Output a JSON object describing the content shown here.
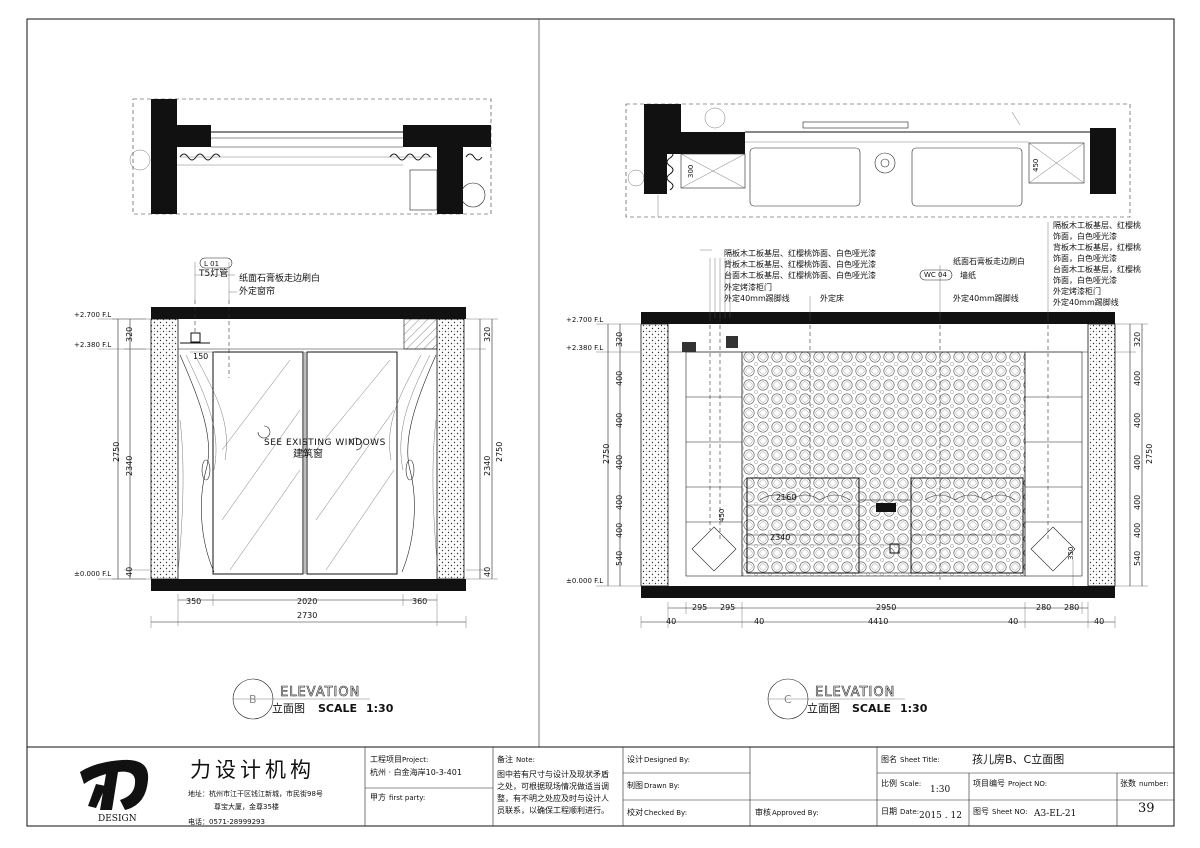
{
  "left_view": {
    "callouts": {
      "light_tag": "L  01",
      "t5_light": "T5灯管",
      "gypsum_board": "纸面石膏板走边刷白",
      "curtain": "外定窗帘"
    },
    "window_label_en": "SEE EXISTING WINDOWS",
    "window_label_cn": "建筑窗",
    "levels": [
      "+2.700 F.L",
      "+2.380 F.L",
      "±0.000 F.L"
    ],
    "dims_left": [
      "320",
      "2750",
      "2340",
      "40"
    ],
    "dims_right": [
      "320",
      "2750",
      "2340",
      "40"
    ],
    "dim_150": "150",
    "dims_bottom": [
      "350",
      "2020",
      "360"
    ],
    "dim_total": "2730",
    "elevation_letter": "B",
    "elevation_word": "ELEVATION",
    "caption": "立面图",
    "scale_label": "SCALE",
    "scale_value": "1:30"
  },
  "right_view": {
    "callouts_left": [
      "隔板木工板基层、红樱桃饰面、白色哑光漆",
      "背板木工板基层、红樱桃饰面、白色哑光漆",
      "台面木工板基层、红樱桃饰面、白色哑光漆",
      "外定烤漆柜门",
      "外定40mm踢脚线"
    ],
    "callout_bed": "外定床",
    "callout_wall_a": "纸面石膏板走边刷白",
    "wall_tag": "WC  04",
    "callout_wall_b": "墙纸",
    "callout_wall_c": "外定40mm踢脚线",
    "callouts_right": [
      "隔板木工板基层、红樱桃",
      "饰面，白色哑光漆",
      "背板木工板基层，红樱桃",
      "饰面，白色哑光漆",
      "台面木工板基层，红樱桃",
      "饰面，白色哑光漆",
      "外定烤漆柜门",
      "外定40mm踢脚线"
    ],
    "levels": [
      "+2.700 F.L",
      "+2.380 F.L",
      "±0.000 F.L"
    ],
    "dims_left": [
      "320",
      "400",
      "400",
      "400",
      "400",
      "400",
      "540"
    ],
    "dim_left_total": "2750",
    "dims_right": [
      "320",
      "400",
      "400",
      "400",
      "400",
      "400",
      "540"
    ],
    "dim_right_total": "2750",
    "dim_bed_top": "2160",
    "dim_bed_bottom": "2340",
    "dim_450": "450",
    "dim_350_tag": "350",
    "dims_bottom": [
      "295",
      "295",
      "2950",
      "280",
      "280"
    ],
    "dims_bottom2": [
      "40",
      "40",
      "4410",
      "40",
      "40"
    ],
    "plan_tags": [
      "300",
      "450"
    ],
    "elevation_letter": "C",
    "elevation_word": "ELEVATION",
    "caption": "立面图",
    "scale_label": "SCALE",
    "scale_value": "1:30"
  },
  "title_block": {
    "logo_text": "DESIGN",
    "company": "力设计机构",
    "address_line1": "地址：杭州市江干区钱江新城，市民街98号",
    "address_line2": "尊宝大厦，金尊35楼",
    "phone": "电话：0571-28999293",
    "project_label": "工程项目",
    "project_label_en": "Project:",
    "project_value": "杭州 · 白金海岸10-3-401",
    "party_label": "甲方",
    "party_label_en": "first party:",
    "note_label": "备注",
    "note_label_en": "Note:",
    "note_text": [
      "图中若有尺寸与设计及现状矛盾",
      "之处，可根据现场情况做适当调",
      "整，有不明之处应及时与设计人",
      "员联系，以确保工程顺利进行。"
    ],
    "designed_label": "设计",
    "designed_label_en": "Designed By:",
    "drawn_label": "制图",
    "drawn_label_en": "Drawn By:",
    "checked_label": "校对",
    "checked_label_en": "Checked By:",
    "approved_label": "审核",
    "approved_label_en": "Approved By:",
    "sheet_title_label": "图名",
    "sheet_title_label_en": "Sheet Title:",
    "sheet_title": "孩儿房B、C立面图",
    "scale_label": "比例",
    "scale_label_en": "Scale:",
    "scale": "1:30",
    "project_no_label": "项目编号",
    "project_no_label_en": "Project NO:",
    "date_label": "日期",
    "date_label_en": "Date:",
    "date": "2015 . 12",
    "sheet_no_label": "图号",
    "sheet_no_label_en": "Sheet NO:",
    "sheet_no": "A3-EL-21",
    "sheets_label": "张数",
    "sheets_label_en": "number:",
    "sheets": "39"
  }
}
